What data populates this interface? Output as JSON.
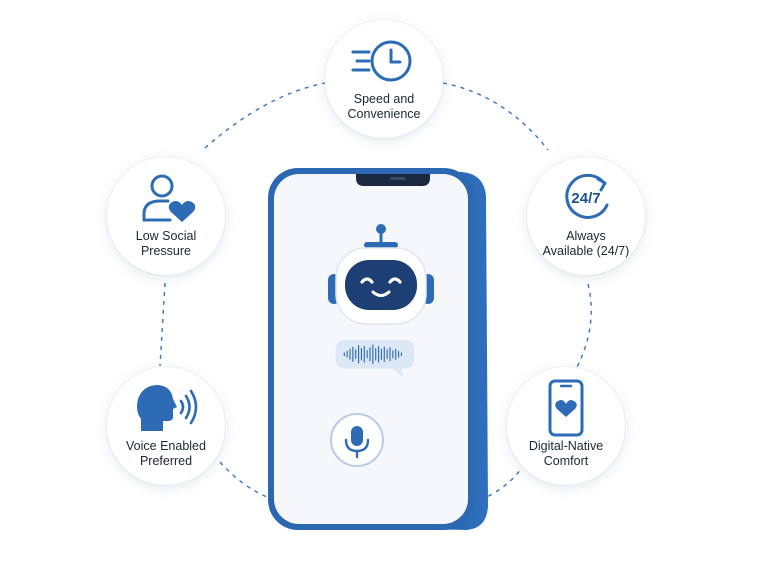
{
  "colors": {
    "accent": "#2d6cb5",
    "accent_dark": "#1f4f8f",
    "robot_face": "#1e3f73",
    "text": "#1d2633"
  },
  "benefits": [
    {
      "label": "Speed and\nConvenience",
      "icon": "clock-speed-icon"
    },
    {
      "label": "Always\nAvailable (24/7)",
      "icon": "24-7-icon",
      "icon_text": "24/7"
    },
    {
      "label": "Low Social\nPressure",
      "icon": "person-heart-icon"
    },
    {
      "label": "Voice Enabled\nPreferred",
      "icon": "speaking-head-icon"
    },
    {
      "label": "Digital-Native\nComfort",
      "icon": "phone-heart-icon"
    }
  ],
  "phone": {
    "screen_elements": [
      "robot-avatar",
      "voice-waveform-bubble",
      "microphone-button"
    ]
  }
}
